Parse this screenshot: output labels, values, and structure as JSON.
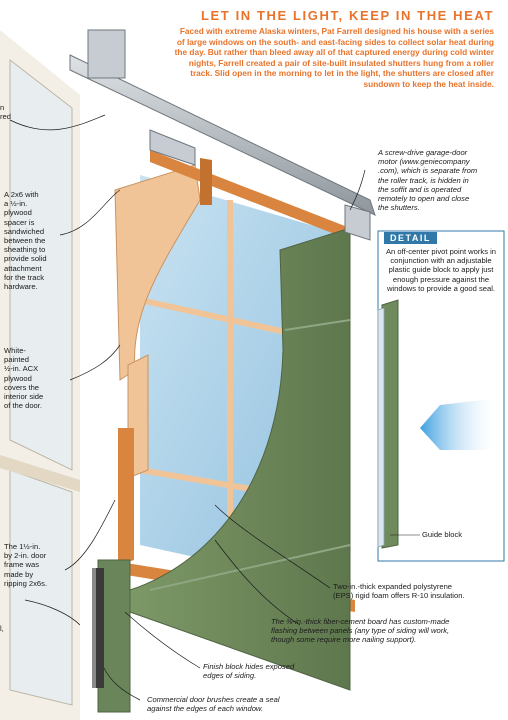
{
  "header": {
    "title": "LET IN THE LIGHT, KEEP IN THE HEAT",
    "intro": "Faced with extreme Alaska winters, Pat Farrell designed his house with a series of large windows on the south- and east-facing sides to collect solar heat during the day. But rather than bleed away all of that captured energy during cold winter nights, Farrell created a pair of site-built insulated shutters hung from a roller track. Slid open in the morning to let in the light, the shutters are closed after sundown to keep the heat inside."
  },
  "labels": {
    "cut_top": "n\nred",
    "spacer": "A 2x6 with\na ½-in.\nplywood\nspacer is\nsandwiched\nbetween the\nsheathing to\nprovide solid\nattachment\nfor the track\nhardware.",
    "plywood": "White-\npainted\n½-in. ACX\nplywood\ncovers the\ninterior side\nof the door.",
    "frame": "The 1½-in.\nby 2-in. door\nframe was\nmade by\nripping 2x6s.",
    "cut_bottom": "l,",
    "motor": "A screw-drive garage-door\nmotor (www.geniecompany\n.com), which is separate from\nthe roller track, is hidden in\nthe soffit and is operated\nremotely to open and close\nthe shutters.",
    "eps": "Two-in.-thick expanded polystyrene\n(EPS) rigid foam offers R-10 insulation.",
    "fiber_cement": "The ⅜-in.-thick fiber-cement board has custom-made\nflashing between panels (any type of siding will work,\nthough some require more nailing support).",
    "finish_block": "Finish block hides exposed\nedges of siding.",
    "brushes": "Commercial door brushes create a seal\nagainst the edges of each window."
  },
  "detail": {
    "heading": "DETAIL",
    "text": "An off-center pivot point works in conjunction with an adjustable plastic guide block to apply just enough pressure against the windows to provide a good seal.",
    "guide_block": "Guide block"
  },
  "colors": {
    "title": "#e9732a",
    "detail_heading": "#2f78a8",
    "glass": "#a9cfe6",
    "siding": "#6f8a5c",
    "plywood": "#f1c497",
    "frame_wood": "#d9853f",
    "track": "#b9bfc4",
    "arrow": "#3d9fe0"
  }
}
